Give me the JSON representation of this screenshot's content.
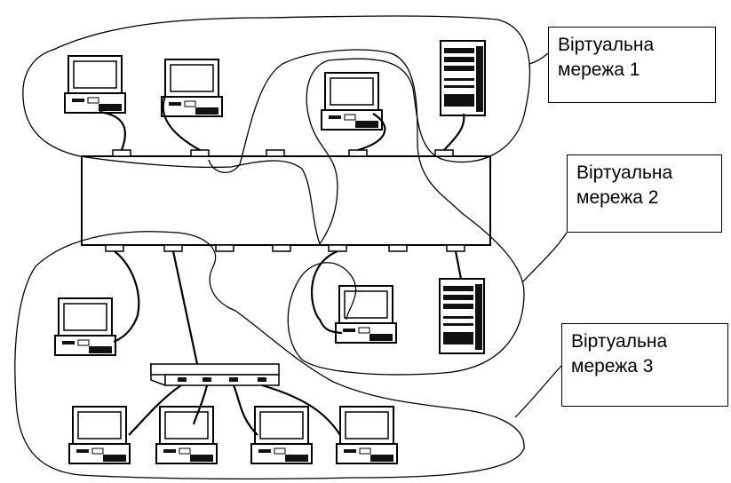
{
  "callouts": {
    "network1": {
      "line1": "Віртуальна",
      "line2": "мережа 1"
    },
    "network2": {
      "line1": "Віртуальна",
      "line2": "мережа 2"
    },
    "network3": {
      "line1": "Віртуальна",
      "line2": "мережа 3"
    }
  },
  "colors": {
    "line": "#000000",
    "background": "#ffffff",
    "dark_fill": "#111111"
  },
  "icons": [
    "workstation-icon",
    "server-icon",
    "switch-device",
    "hub-device"
  ]
}
